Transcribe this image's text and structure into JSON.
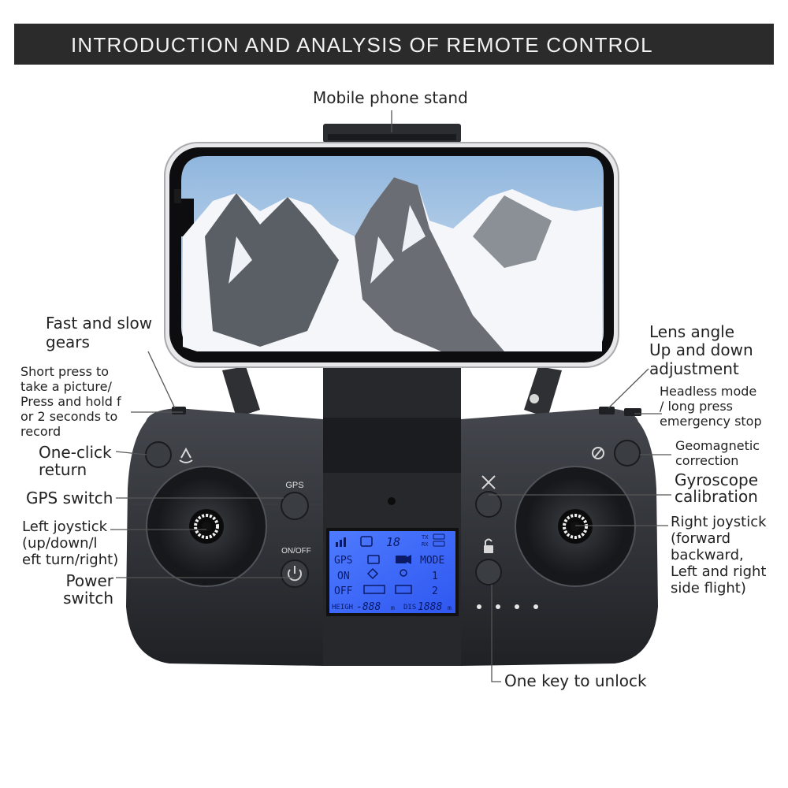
{
  "header": {
    "title": "INTRODUCTION AND ANALYSIS OF REMOTE CONTROL"
  },
  "callouts": {
    "phone_stand": "Mobile phone stand",
    "speed_gears": "Fast and slow\ngears",
    "photo_record": "Short press to\ntake a picture/\nPress and hold f\nor 2 seconds to\nrecord",
    "one_click_return": "One-click\nreturn",
    "gps_switch": "GPS switch",
    "left_joystick": "Left joystick\n(up/down/l\neft turn/right)",
    "power_switch": "Power\nswitch",
    "lens_angle": "Lens angle\nUp and down\nadjustment",
    "headless_mode": "Headless mode\n/ long press\nemergency stop",
    "geomagnetic": "Geomagnetic\ncorrection",
    "gyroscope": "Gyroscope\ncalibration",
    "right_joystick": "Right joystick\n(forward\nbackward,\nLeft and right\nside flight)",
    "unlock": "One key to unlock"
  },
  "controller": {
    "gps_button_label": "GPS",
    "power_button_label": "ON/OFF"
  },
  "lcd": {
    "signal_value": "18",
    "tx_label": "TX",
    "rx_label": "RX",
    "gps_label": "GPS",
    "mode_label": "MODE",
    "on_label": "ON",
    "off_label": "OFF",
    "mode_1": "1",
    "mode_2": "2",
    "height_label": "HEIGH",
    "height_value": "-888",
    "height_unit": "m",
    "distance_label": "DIS",
    "distance_value": "1888",
    "distance_unit": "m"
  },
  "colors": {
    "header_bg": "#2b2b2b",
    "body_dark": "#2f3136",
    "lcd_blue": "#3a63ff",
    "lcd_text": "#0a1a66"
  }
}
